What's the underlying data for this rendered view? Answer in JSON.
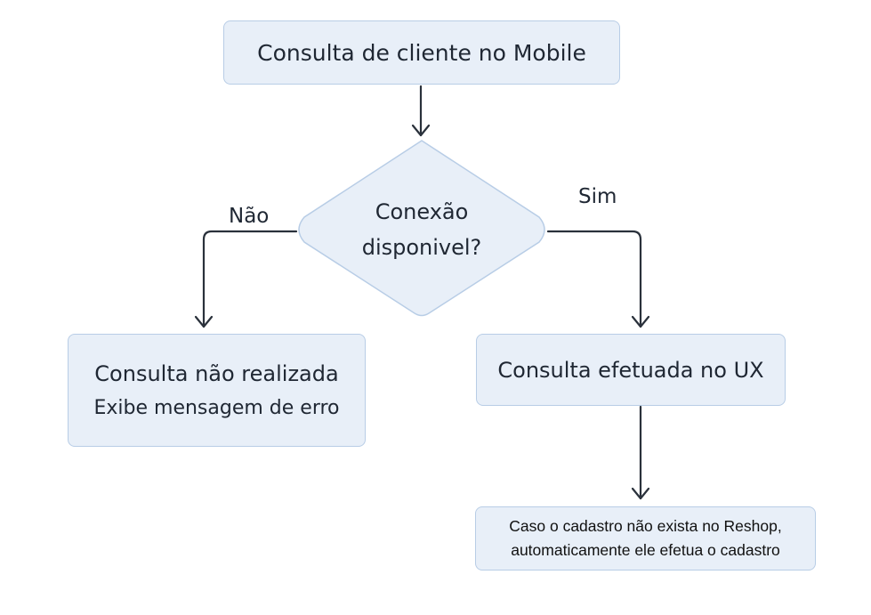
{
  "flowchart": {
    "start": "Consulta de cliente no Mobile",
    "decision": {
      "line1": "Conexão",
      "line2": "disponivel?"
    },
    "edge_no": "Não",
    "edge_yes": "Sim",
    "fail": {
      "title": "Consulta não realizada",
      "detail": "Exibe mensagem de erro"
    },
    "success": "Consulta efetuada no UX",
    "note": {
      "line1": "Caso o cadastro não exista no Reshop,",
      "line2": "automaticamente ele efetua o cadastro"
    }
  },
  "colors": {
    "node_fill": "#e8eff8",
    "node_border": "#b8cde6",
    "connector": "#2a313b"
  }
}
